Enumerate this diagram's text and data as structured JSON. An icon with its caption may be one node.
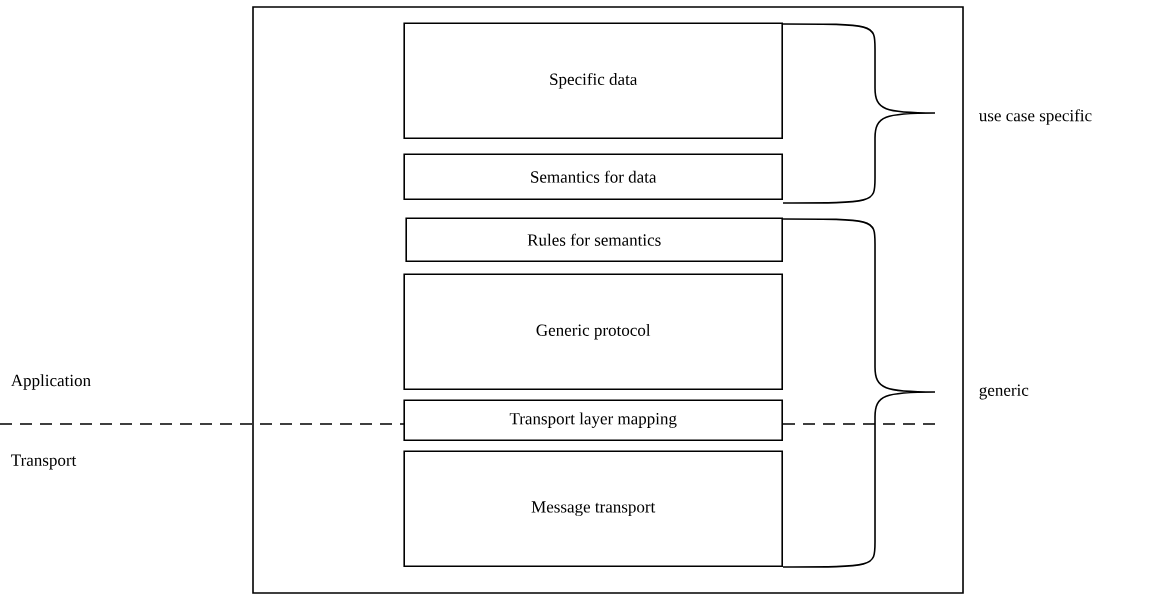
{
  "diagram": {
    "nodes": [
      {
        "text": [],
        "shape": "box"
      },
      {
        "text": [
          "Specific data"
        ],
        "in": 0
      },
      {
        "text": [
          "Semantics for data"
        ],
        "in": 0
      },
      {
        "text": [
          "Rules for semantics"
        ],
        "in": 0
      },
      {
        "text": [
          "Generic protocol"
        ],
        "in": 0
      },
      {
        "text": [
          "Transport layer mapping"
        ],
        "in": 0
      },
      {
        "text": [
          "Message transport"
        ],
        "in": 0
      }
    ],
    "labels": [
      "use case specific",
      "Application",
      "generic",
      "Transport"
    ]
  }
}
